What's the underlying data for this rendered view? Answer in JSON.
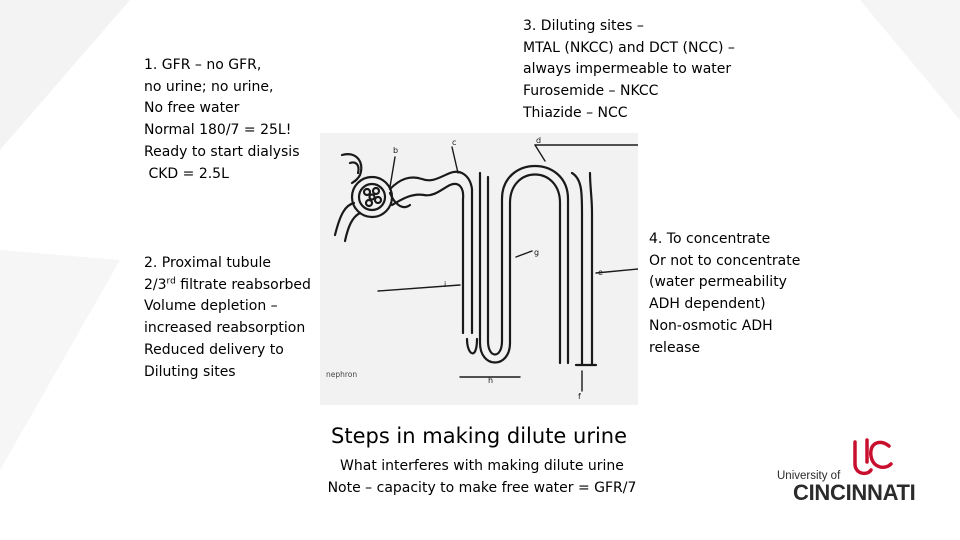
{
  "block1": {
    "lines": [
      "1.   GFR – no GFR,",
      "no urine; no urine,",
      "No free water",
      "Normal 180/7 = 25L!",
      "Ready to start dialysis",
      " CKD = 2.5L"
    ]
  },
  "block3": {
    "lines": [
      "3. Diluting sites –",
      "MTAL (NKCC) and DCT (NCC) –",
      "always impermeable to water",
      "Furosemide – NKCC",
      "Thiazide – NCC"
    ]
  },
  "block2": {
    "line1": "2. Proximal tubule",
    "line2_pre": "2/3",
    "line2_sup": "rd",
    "line2_post": " filtrate reabsorbed",
    "lines_rest": [
      "Volume depletion –",
      "increased reabsorption",
      "Reduced delivery to",
      "Diluting sites"
    ]
  },
  "block4": {
    "lines": [
      "4. To concentrate",
      "Or not to concentrate",
      "(water permeability",
      "ADH dependent)",
      "Non-osmotic ADH",
      "release"
    ]
  },
  "title": "Steps in making dilute urine",
  "subtitle_lines": [
    "What interferes with making dilute urine",
    "Note – capacity to make free water = GFR/7"
  ],
  "diagram": {
    "caption": "nephron",
    "labels": {
      "b": "b",
      "c": "c",
      "d": "d",
      "e": "e",
      "f": "f",
      "g": "g",
      "h": "h",
      "i": "i"
    }
  },
  "logo": {
    "line1": "University of",
    "line2": "CINCINNATI",
    "brand_color": "#c8102e"
  },
  "colors": {
    "background": "#ffffff",
    "text": "#000000",
    "diagram_bg": "#f2f2f2"
  }
}
